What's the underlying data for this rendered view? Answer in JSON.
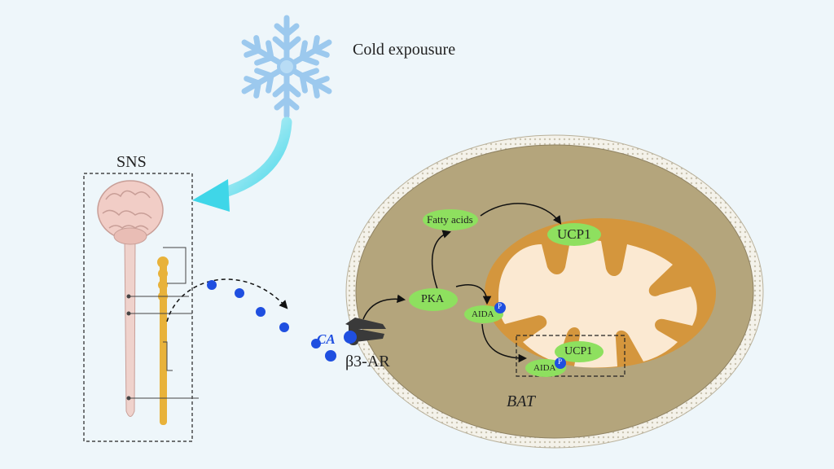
{
  "labels": {
    "cold": "Cold expousure",
    "sns": "SNS",
    "ca": "CA",
    "receptor": "β3-AR",
    "bat": "BAT",
    "pka": "PKA",
    "fatty_acids": "Fatty acids",
    "ucp1_top": "UCP1",
    "ucp1_bottom": "UCP1",
    "aida_top": "AIDA",
    "aida_bottom": "AIDA",
    "phospho": "P"
  },
  "icons": [
    "snowflake-icon",
    "brain-icon",
    "spinal-cord-icon",
    "sympathetic-chain-icon",
    "receptor-icon",
    "mitochondrion-icon",
    "cell-membrane-icon"
  ],
  "colors": {
    "background": "#eef6fa",
    "snowflake": "#9cc9ee",
    "cold_arrow": "#3fd6e8",
    "ca_dots": "#1f4fe0",
    "cell_membrane": "#f4f2ea",
    "cytoplasm": "#b4a57c",
    "mito_outer": "#d4963d",
    "mito_inner": "#fbe9d2",
    "protein_oval": "#8ee05f",
    "brain": "#f1cdc6",
    "chain": "#e8b23a"
  }
}
